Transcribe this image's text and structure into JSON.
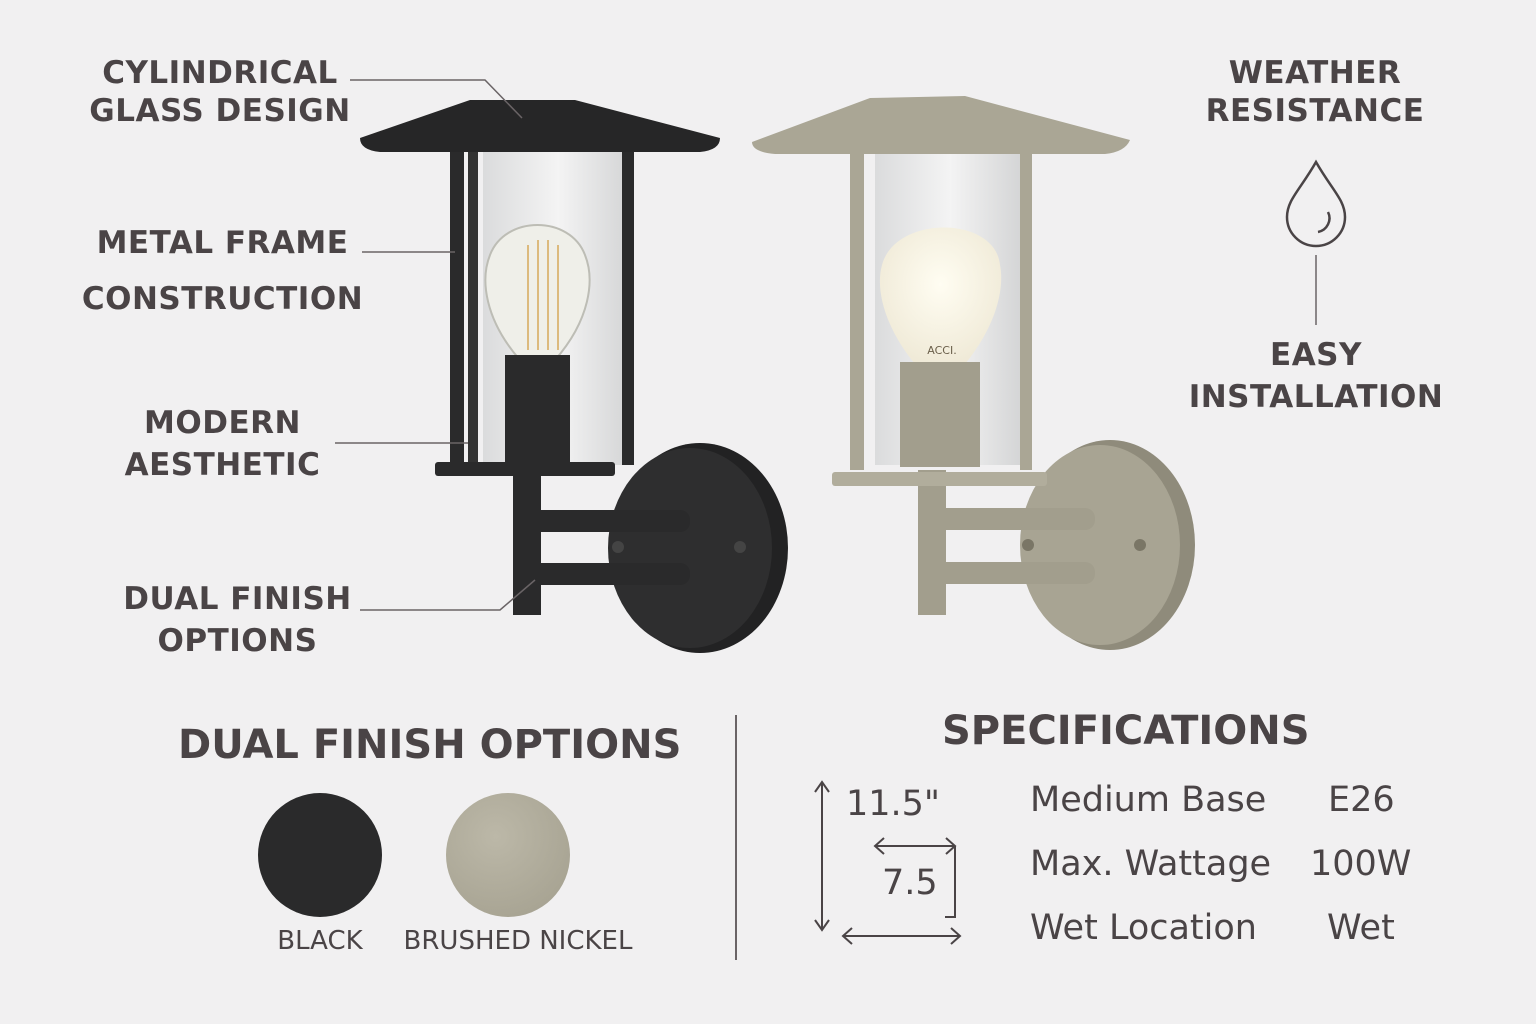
{
  "callouts": {
    "cylindrical": [
      "CYLINDRICAL",
      "GLASS DESIGN"
    ],
    "metal_frame": [
      "METAL FRAME",
      "CONSTRUCTION"
    ],
    "modern": [
      "MODERN",
      "AESTHETIC"
    ],
    "dual_finish": [
      "DUAL FINISH",
      "OPTIONS"
    ],
    "weather": [
      "WEATHER",
      "RESISTANCE"
    ],
    "easy": [
      "EASY",
      "INSTALLATION"
    ]
  },
  "icons": {
    "weather": "water-drop-icon"
  },
  "bulb_marking": "ACCI.",
  "finishes": {
    "title": "DUAL FINISH OPTIONS",
    "options": [
      {
        "label": "BLACK",
        "color": "#2a2a2b"
      },
      {
        "label": "BRUSHED NICKEL",
        "color": "#aca897"
      }
    ]
  },
  "specs": {
    "title": "SPECIFICATIONS",
    "height": "11.5\"",
    "width": "7.5",
    "rows": [
      {
        "name": "Medium Base",
        "value": "E26"
      },
      {
        "name": "Max. Wattage",
        "value": "100W"
      },
      {
        "name": "Wet Location",
        "value": "Wet"
      }
    ]
  }
}
